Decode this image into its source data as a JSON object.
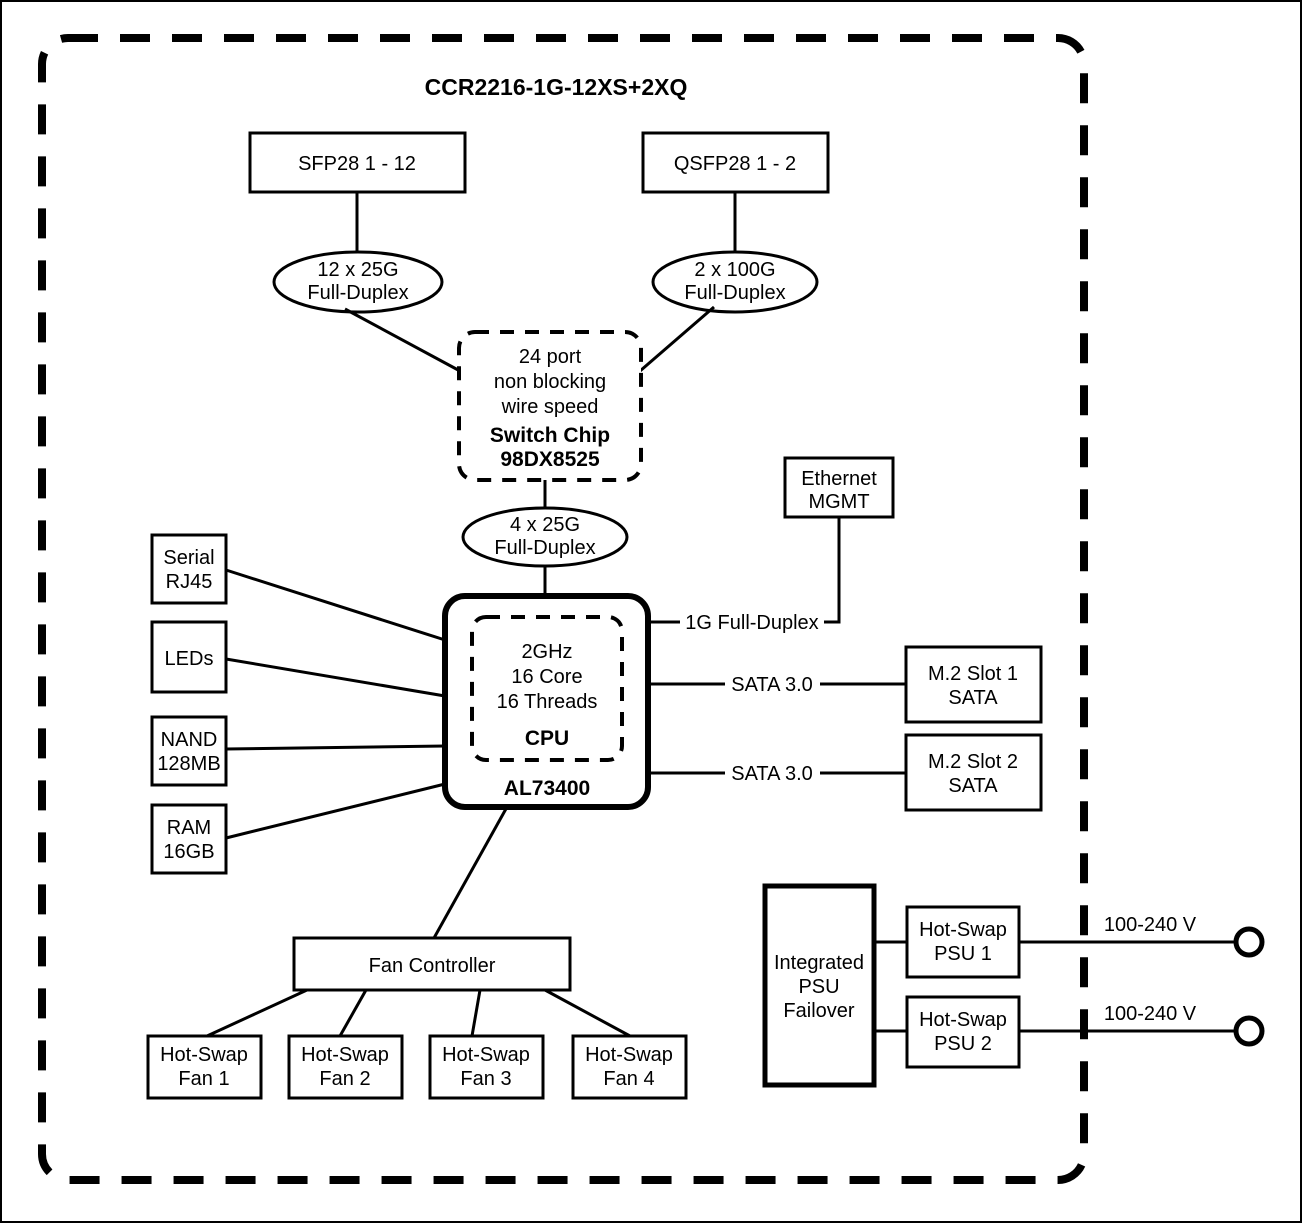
{
  "diagram": {
    "title": "CCR2216-1G-12XS+2XQ",
    "type": "block-diagram",
    "chassis_boundary": "dashed-rounded-rectangle"
  },
  "ports": {
    "sfp28": "SFP28 1 - 12",
    "qsfp28": "QSFP28 1 - 2"
  },
  "links": {
    "sfp_speed_l1": "12 x 25G",
    "sfp_speed_l2": "Full-Duplex",
    "qsfp_speed_l1": "2 x 100G",
    "qsfp_speed_l2": "Full-Duplex",
    "cpu_switch_l1": "4 x 25G",
    "cpu_switch_l2": "Full-Duplex",
    "mgmt_link": "1G Full-Duplex",
    "sata_link_1": "SATA 3.0",
    "sata_link_2": "SATA 3.0"
  },
  "switch_chip": {
    "line1": "24 port",
    "line2": "non blocking",
    "line3": "wire speed",
    "name": "Switch Chip",
    "model": "98DX8525"
  },
  "cpu": {
    "line1": "2GHz",
    "line2": "16 Core",
    "line3": "16 Threads",
    "name": "CPU",
    "model": "AL73400"
  },
  "peripherals": {
    "serial_l1": "Serial",
    "serial_l2": "RJ45",
    "leds": "LEDs",
    "nand_l1": "NAND",
    "nand_l2": "128MB",
    "ram_l1": "RAM",
    "ram_l2": "16GB",
    "ethernet_mgmt_l1": "Ethernet",
    "ethernet_mgmt_l2": "MGMT",
    "m2_slot1_l1": "M.2 Slot 1",
    "m2_slot1_l2": "SATA",
    "m2_slot2_l1": "M.2 Slot 2",
    "m2_slot2_l2": "SATA"
  },
  "cooling": {
    "controller": "Fan Controller",
    "fans": [
      {
        "l1": "Hot-Swap",
        "l2": "Fan 1"
      },
      {
        "l1": "Hot-Swap",
        "l2": "Fan 2"
      },
      {
        "l1": "Hot-Swap",
        "l2": "Fan 3"
      },
      {
        "l1": "Hot-Swap",
        "l2": "Fan 4"
      }
    ]
  },
  "power": {
    "failover_l1": "Integrated",
    "failover_l2": "PSU",
    "failover_l3": "Failover",
    "psu1_l1": "Hot-Swap",
    "psu1_l2": "PSU 1",
    "psu2_l1": "Hot-Swap",
    "psu2_l2": "PSU 2",
    "input_1": "100-240 V",
    "input_2": "100-240 V"
  },
  "colors": {
    "stroke": "#000000",
    "fill": "#ffffff"
  }
}
